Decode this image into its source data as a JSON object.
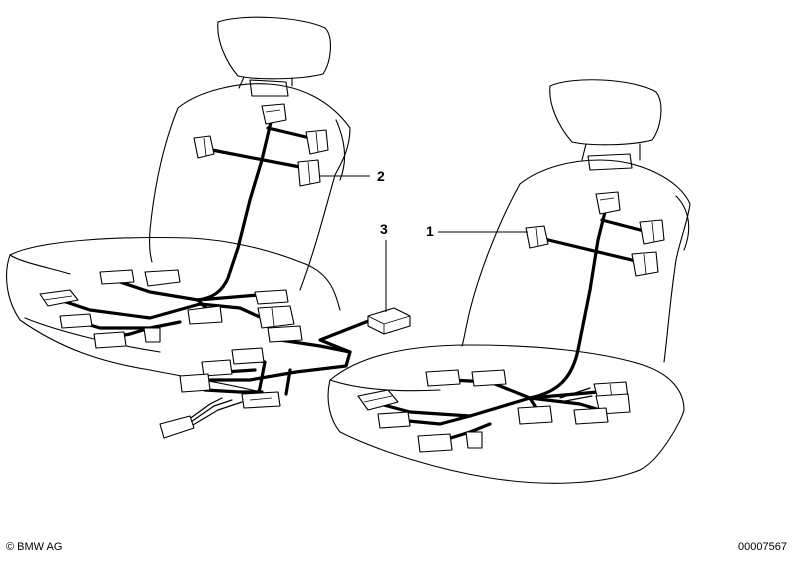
{
  "diagram": {
    "callouts": [
      {
        "id": "callout-1",
        "label": "1"
      },
      {
        "id": "callout-2",
        "label": "2"
      },
      {
        "id": "callout-3",
        "label": "3"
      }
    ],
    "copyright": "© BMW AG",
    "image_number": "00007567"
  }
}
